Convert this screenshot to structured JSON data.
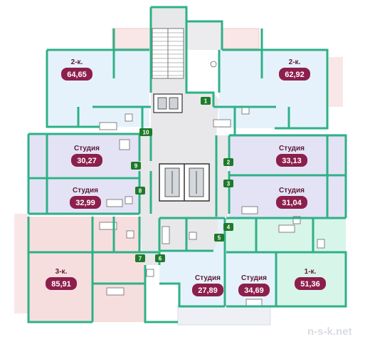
{
  "apartments": [
    {
      "id": "a1",
      "label": "2-к.",
      "area": "64,65"
    },
    {
      "id": "a2",
      "label": "2-к.",
      "area": "62,92"
    },
    {
      "id": "a3",
      "label": "Студия",
      "area": "30,27"
    },
    {
      "id": "a4",
      "label": "Студия",
      "area": "33,13"
    },
    {
      "id": "a5",
      "label": "Студия",
      "area": "32,99"
    },
    {
      "id": "a6",
      "label": "Студия",
      "area": "31,04"
    },
    {
      "id": "a7",
      "label": "3-к.",
      "area": "85,91"
    },
    {
      "id": "a8",
      "label": "Студия",
      "area": "27,89"
    },
    {
      "id": "a9",
      "label": "Студия",
      "area": "34,69"
    },
    {
      "id": "a10",
      "label": "1-к.",
      "area": "51,36"
    }
  ],
  "entrances": [
    "1",
    "2",
    "3",
    "4",
    "5",
    "6",
    "7",
    "8",
    "9",
    "10"
  ],
  "watermark": "n-s-k.net",
  "colors": {
    "wall": "#2eb187",
    "corridor": "#e8e8ea",
    "badge": "#8c1f4c",
    "marker": "#1f7a2a",
    "zone_blue": "#e6f2fb",
    "zone_violet": "#e4e3f5",
    "zone_pink": "#f7dede",
    "zone_mint": "#d8f5ea"
  }
}
